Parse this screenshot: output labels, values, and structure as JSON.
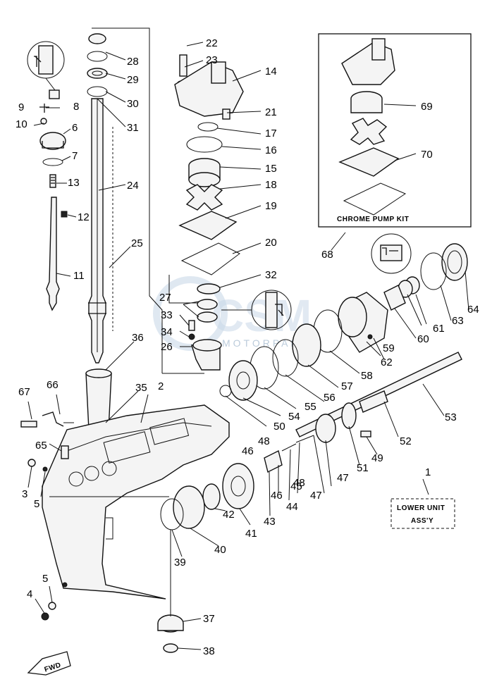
{
  "diagram": {
    "kit_label": "CHROME PUMP KIT",
    "assy_label_line1": "LOWER UNIT",
    "assy_label_line2": "ASS'Y",
    "fwd_label": "FWD",
    "watermark_text": "CSM",
    "watermark_sub": "MOTORPARTS",
    "callouts": [
      {
        "id": "c1",
        "text": "1"
      },
      {
        "id": "c2",
        "text": "2"
      },
      {
        "id": "c3",
        "text": "3"
      },
      {
        "id": "c4",
        "text": "4"
      },
      {
        "id": "c5a",
        "text": "5"
      },
      {
        "id": "c5b",
        "text": "5"
      },
      {
        "id": "c6",
        "text": "6"
      },
      {
        "id": "c7",
        "text": "7"
      },
      {
        "id": "c8",
        "text": "8"
      },
      {
        "id": "c9",
        "text": "9"
      },
      {
        "id": "c10",
        "text": "10"
      },
      {
        "id": "c11",
        "text": "11"
      },
      {
        "id": "c12",
        "text": "12"
      },
      {
        "id": "c13",
        "text": "13"
      },
      {
        "id": "c14",
        "text": "14"
      },
      {
        "id": "c15",
        "text": "15"
      },
      {
        "id": "c16",
        "text": "16"
      },
      {
        "id": "c17",
        "text": "17"
      },
      {
        "id": "c18",
        "text": "18"
      },
      {
        "id": "c19",
        "text": "19"
      },
      {
        "id": "c20",
        "text": "20"
      },
      {
        "id": "c21",
        "text": "21"
      },
      {
        "id": "c22",
        "text": "22"
      },
      {
        "id": "c23",
        "text": "23"
      },
      {
        "id": "c24",
        "text": "24"
      },
      {
        "id": "c25",
        "text": "25"
      },
      {
        "id": "c26",
        "text": "26"
      },
      {
        "id": "c27",
        "text": "27"
      },
      {
        "id": "c28",
        "text": "28"
      },
      {
        "id": "c29",
        "text": "29"
      },
      {
        "id": "c30",
        "text": "30"
      },
      {
        "id": "c31",
        "text": "31"
      },
      {
        "id": "c32",
        "text": "32"
      },
      {
        "id": "c33",
        "text": "33"
      },
      {
        "id": "c34",
        "text": "34"
      },
      {
        "id": "c35",
        "text": "35"
      },
      {
        "id": "c36",
        "text": "36"
      },
      {
        "id": "c37",
        "text": "37"
      },
      {
        "id": "c38",
        "text": "38"
      },
      {
        "id": "c39",
        "text": "39"
      },
      {
        "id": "c40",
        "text": "40"
      },
      {
        "id": "c41",
        "text": "41"
      },
      {
        "id": "c42",
        "text": "42"
      },
      {
        "id": "c43",
        "text": "43"
      },
      {
        "id": "c44",
        "text": "44"
      },
      {
        "id": "c45",
        "text": "45"
      },
      {
        "id": "c46a",
        "text": "46"
      },
      {
        "id": "c46b",
        "text": "46"
      },
      {
        "id": "c47a",
        "text": "47"
      },
      {
        "id": "c47b",
        "text": "47"
      },
      {
        "id": "c48a",
        "text": "48"
      },
      {
        "id": "c48b",
        "text": "48"
      },
      {
        "id": "c49",
        "text": "49"
      },
      {
        "id": "c50",
        "text": "50"
      },
      {
        "id": "c51",
        "text": "51"
      },
      {
        "id": "c52",
        "text": "52"
      },
      {
        "id": "c53",
        "text": "53"
      },
      {
        "id": "c54",
        "text": "54"
      },
      {
        "id": "c55",
        "text": "55"
      },
      {
        "id": "c56",
        "text": "56"
      },
      {
        "id": "c57",
        "text": "57"
      },
      {
        "id": "c58",
        "text": "58"
      },
      {
        "id": "c59",
        "text": "59"
      },
      {
        "id": "c60",
        "text": "60"
      },
      {
        "id": "c61",
        "text": "61"
      },
      {
        "id": "c62",
        "text": "62"
      },
      {
        "id": "c63",
        "text": "63"
      },
      {
        "id": "c64",
        "text": "64"
      },
      {
        "id": "c65",
        "text": "65"
      },
      {
        "id": "c66",
        "text": "66"
      },
      {
        "id": "c67",
        "text": "67"
      },
      {
        "id": "c68",
        "text": "68"
      },
      {
        "id": "c69",
        "text": "69"
      },
      {
        "id": "c70",
        "text": "70"
      }
    ]
  }
}
